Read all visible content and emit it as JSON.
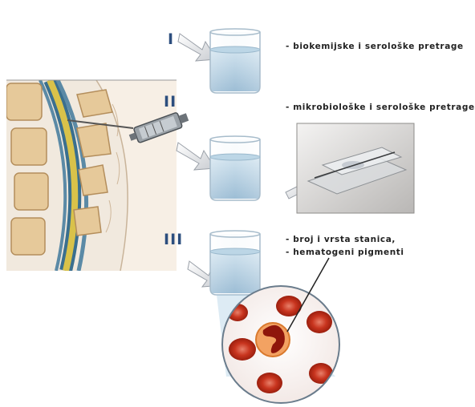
{
  "steps": [
    {
      "numeral": "I",
      "lines": [
        "- biokemijske i serološke pretrage"
      ]
    },
    {
      "numeral": "II",
      "lines": [
        "- mikrobiološke i serološke pretrage"
      ]
    },
    {
      "numeral": "III",
      "lines": [
        "- broj i vrsta stanica,",
        "- hematogeni pigmenti"
      ]
    }
  ],
  "colors": {
    "numeral": "#2c4e7e",
    "text": "#222222",
    "csf_fluid": "#a9c9de",
    "red_cell": "#c8341e",
    "vertebra": "#e6c99a"
  }
}
